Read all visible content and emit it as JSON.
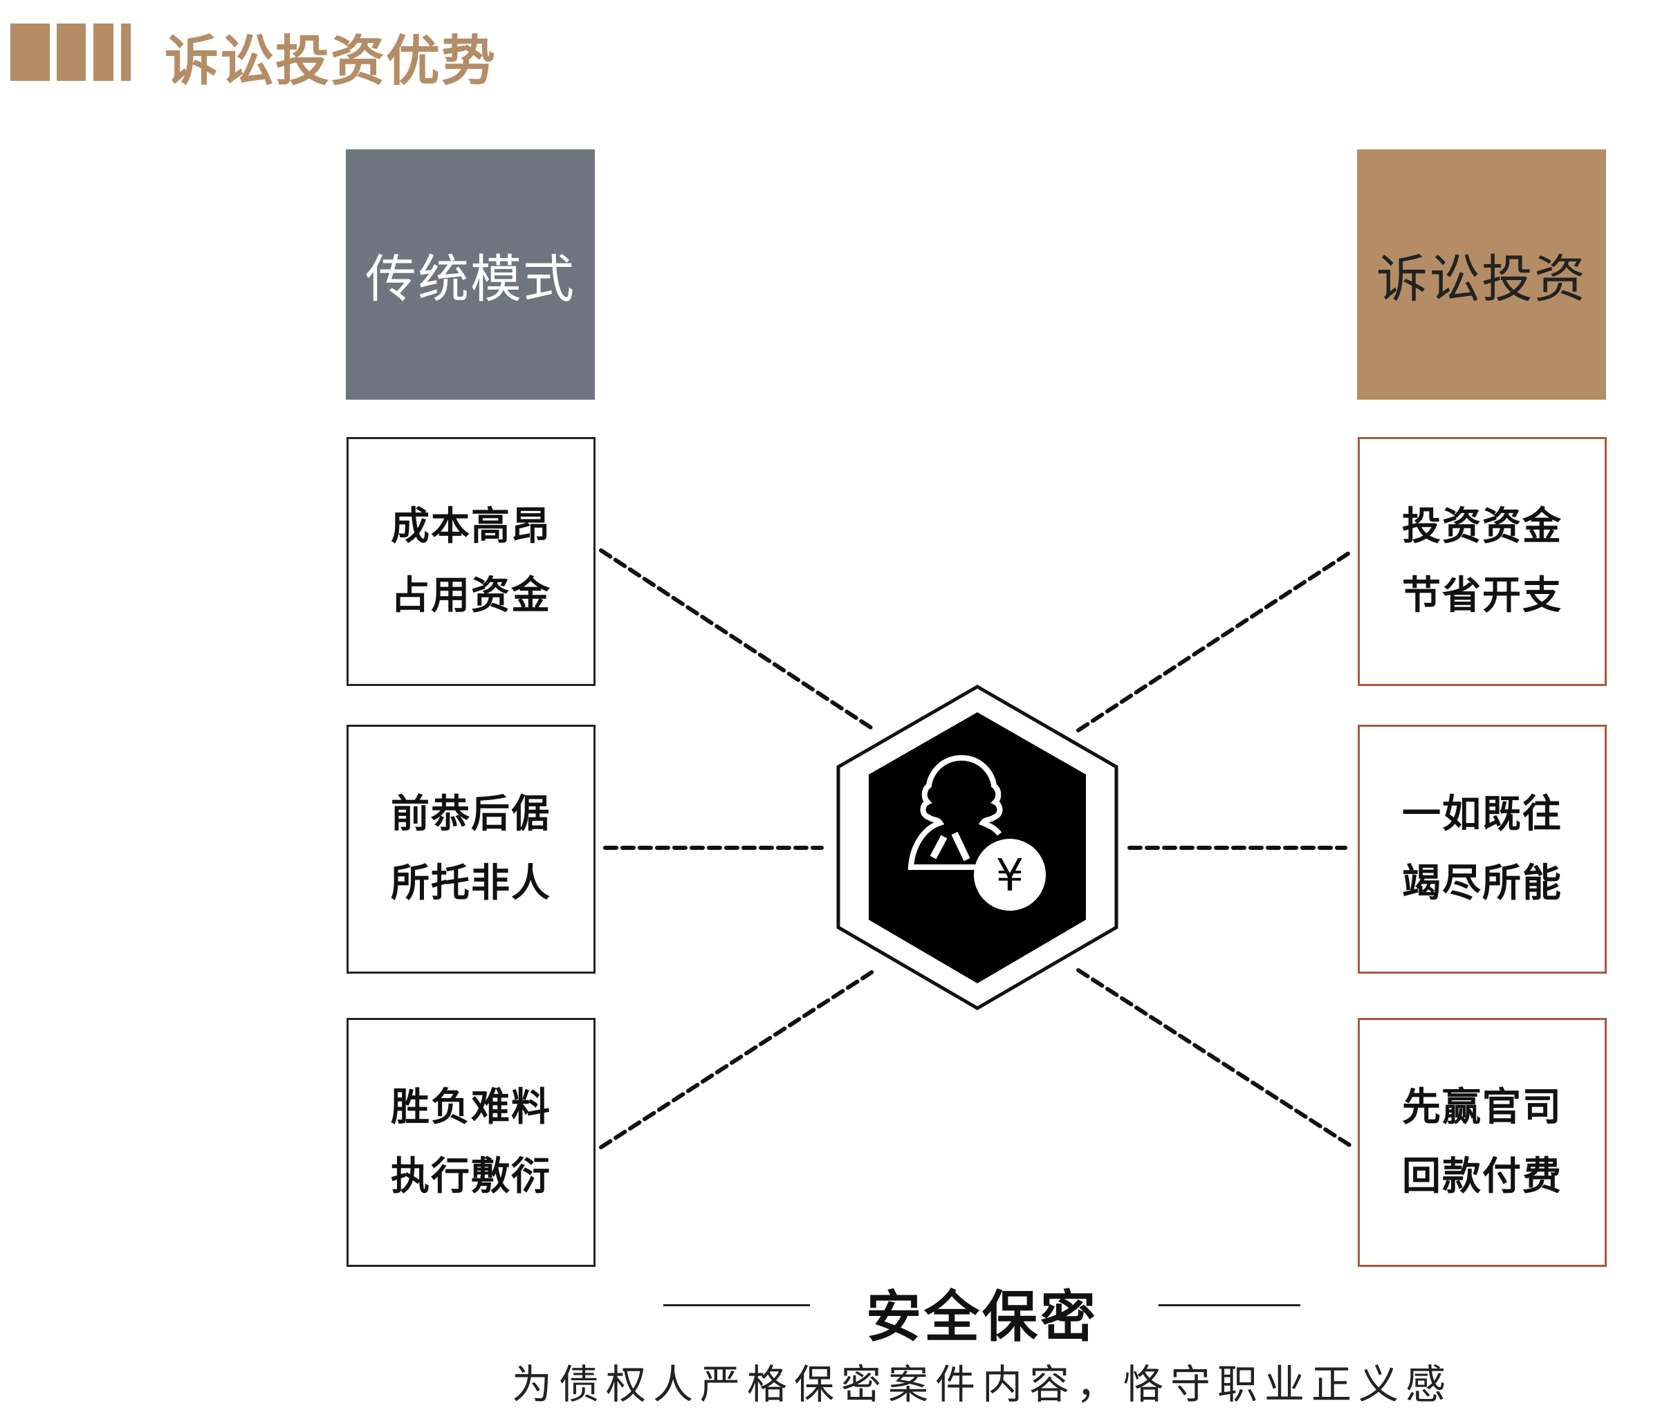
{
  "header": {
    "title": "诉讼投资优势",
    "accent_color": "#b48d67"
  },
  "left_column": {
    "title": "传统模式",
    "items": [
      {
        "line1": "成本高昂",
        "line2": "占用资金"
      },
      {
        "line1": "前恭后倨",
        "line2": "所托非人"
      },
      {
        "line1": "胜负难料",
        "line2": "执行敷衍"
      }
    ]
  },
  "right_column": {
    "title": "诉讼投资",
    "items": [
      {
        "line1": "投资资金",
        "line2": "节省开支"
      },
      {
        "line1": "一如既往",
        "line2": "竭尽所能"
      },
      {
        "line1": "先赢官司",
        "line2": "回款付费"
      }
    ]
  },
  "center": {
    "icon": "lawyer-yen-icon",
    "symbol": "¥"
  },
  "footer": {
    "title": "安全保密",
    "subtitle": "为债权人严格保密案件内容，恪守职业正义感"
  }
}
